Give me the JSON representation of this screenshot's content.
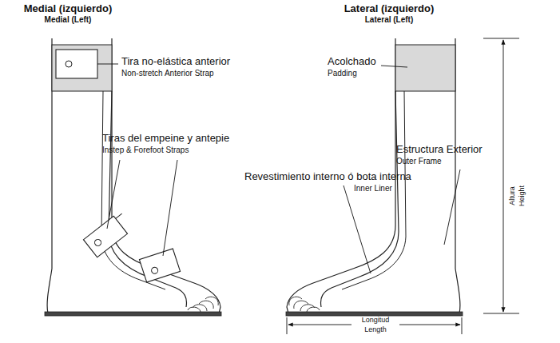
{
  "diagram": {
    "labels": [
      "Medial (izquierdo)",
      "Medial (Left)",
      "Lateral (izquierdo)",
      "Lateral (Left)",
      "Tira no-elástica anterior",
      "Non-stretch Anterior Strap",
      "Tiras del empeine y antepie",
      "Instep & Forefoot Straps",
      "Revestimiento interno ó bota interna",
      "Inner Liner",
      "Acolchado",
      "Padding",
      "Estructura Exterior",
      "Outer Frame",
      "Altura",
      "Height",
      "Longitud",
      "Length"
    ]
  }
}
